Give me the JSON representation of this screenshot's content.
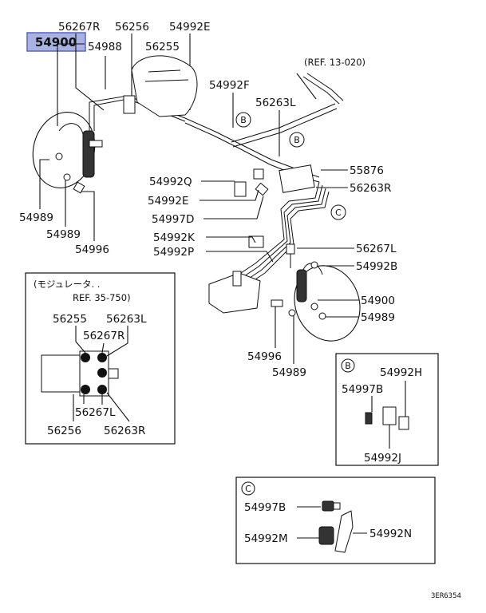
{
  "highlight": {
    "part": "54900",
    "color": "#a9b3e2",
    "border": "#5b63c0"
  },
  "ref_labels": {
    "ref_13_020": "(REF. 13-020)",
    "module_line1": "(モジュレータ. .",
    "module_line2": "REF. 35-750)"
  },
  "labels": {
    "p56267R_top": "56267R",
    "p56256_top": "56256",
    "p54992E_top": "54992E",
    "p54988": "54988",
    "p56255_top": "56255",
    "p54992F": "54992F",
    "p56263L_top": "56263L",
    "p55876": "55876",
    "p56263R_main": "56263R",
    "p54992Q": "54992Q",
    "p54992E_mid": "54992E",
    "p54997D": "54997D",
    "p54992K": "54992K",
    "p54992P": "54992P",
    "p56267L_main": "56267L",
    "p54992B": "54992B",
    "p54900_right": "54900",
    "p54989_right": "54989",
    "p54996_right": "54996",
    "p54989_rbottom": "54989",
    "p54989_left1": "54989",
    "p54989_left2": "54989",
    "p54996_left": "54996"
  },
  "module_box": {
    "p56255": "56255",
    "p56267R": "56267R",
    "p56263L": "56263L",
    "p56256": "56256",
    "p56267L": "56267L",
    "p56263R": "56263R"
  },
  "callouts": {
    "b": "B",
    "c": "C"
  },
  "box_b": {
    "title": "B",
    "p54992H": "54992H",
    "p54997B": "54997B",
    "p54992J": "54992J"
  },
  "box_c": {
    "title": "C",
    "p54997B": "54997B",
    "p54992M": "54992M",
    "p54992N": "54992N"
  },
  "diagram_code": "3ER6354"
}
